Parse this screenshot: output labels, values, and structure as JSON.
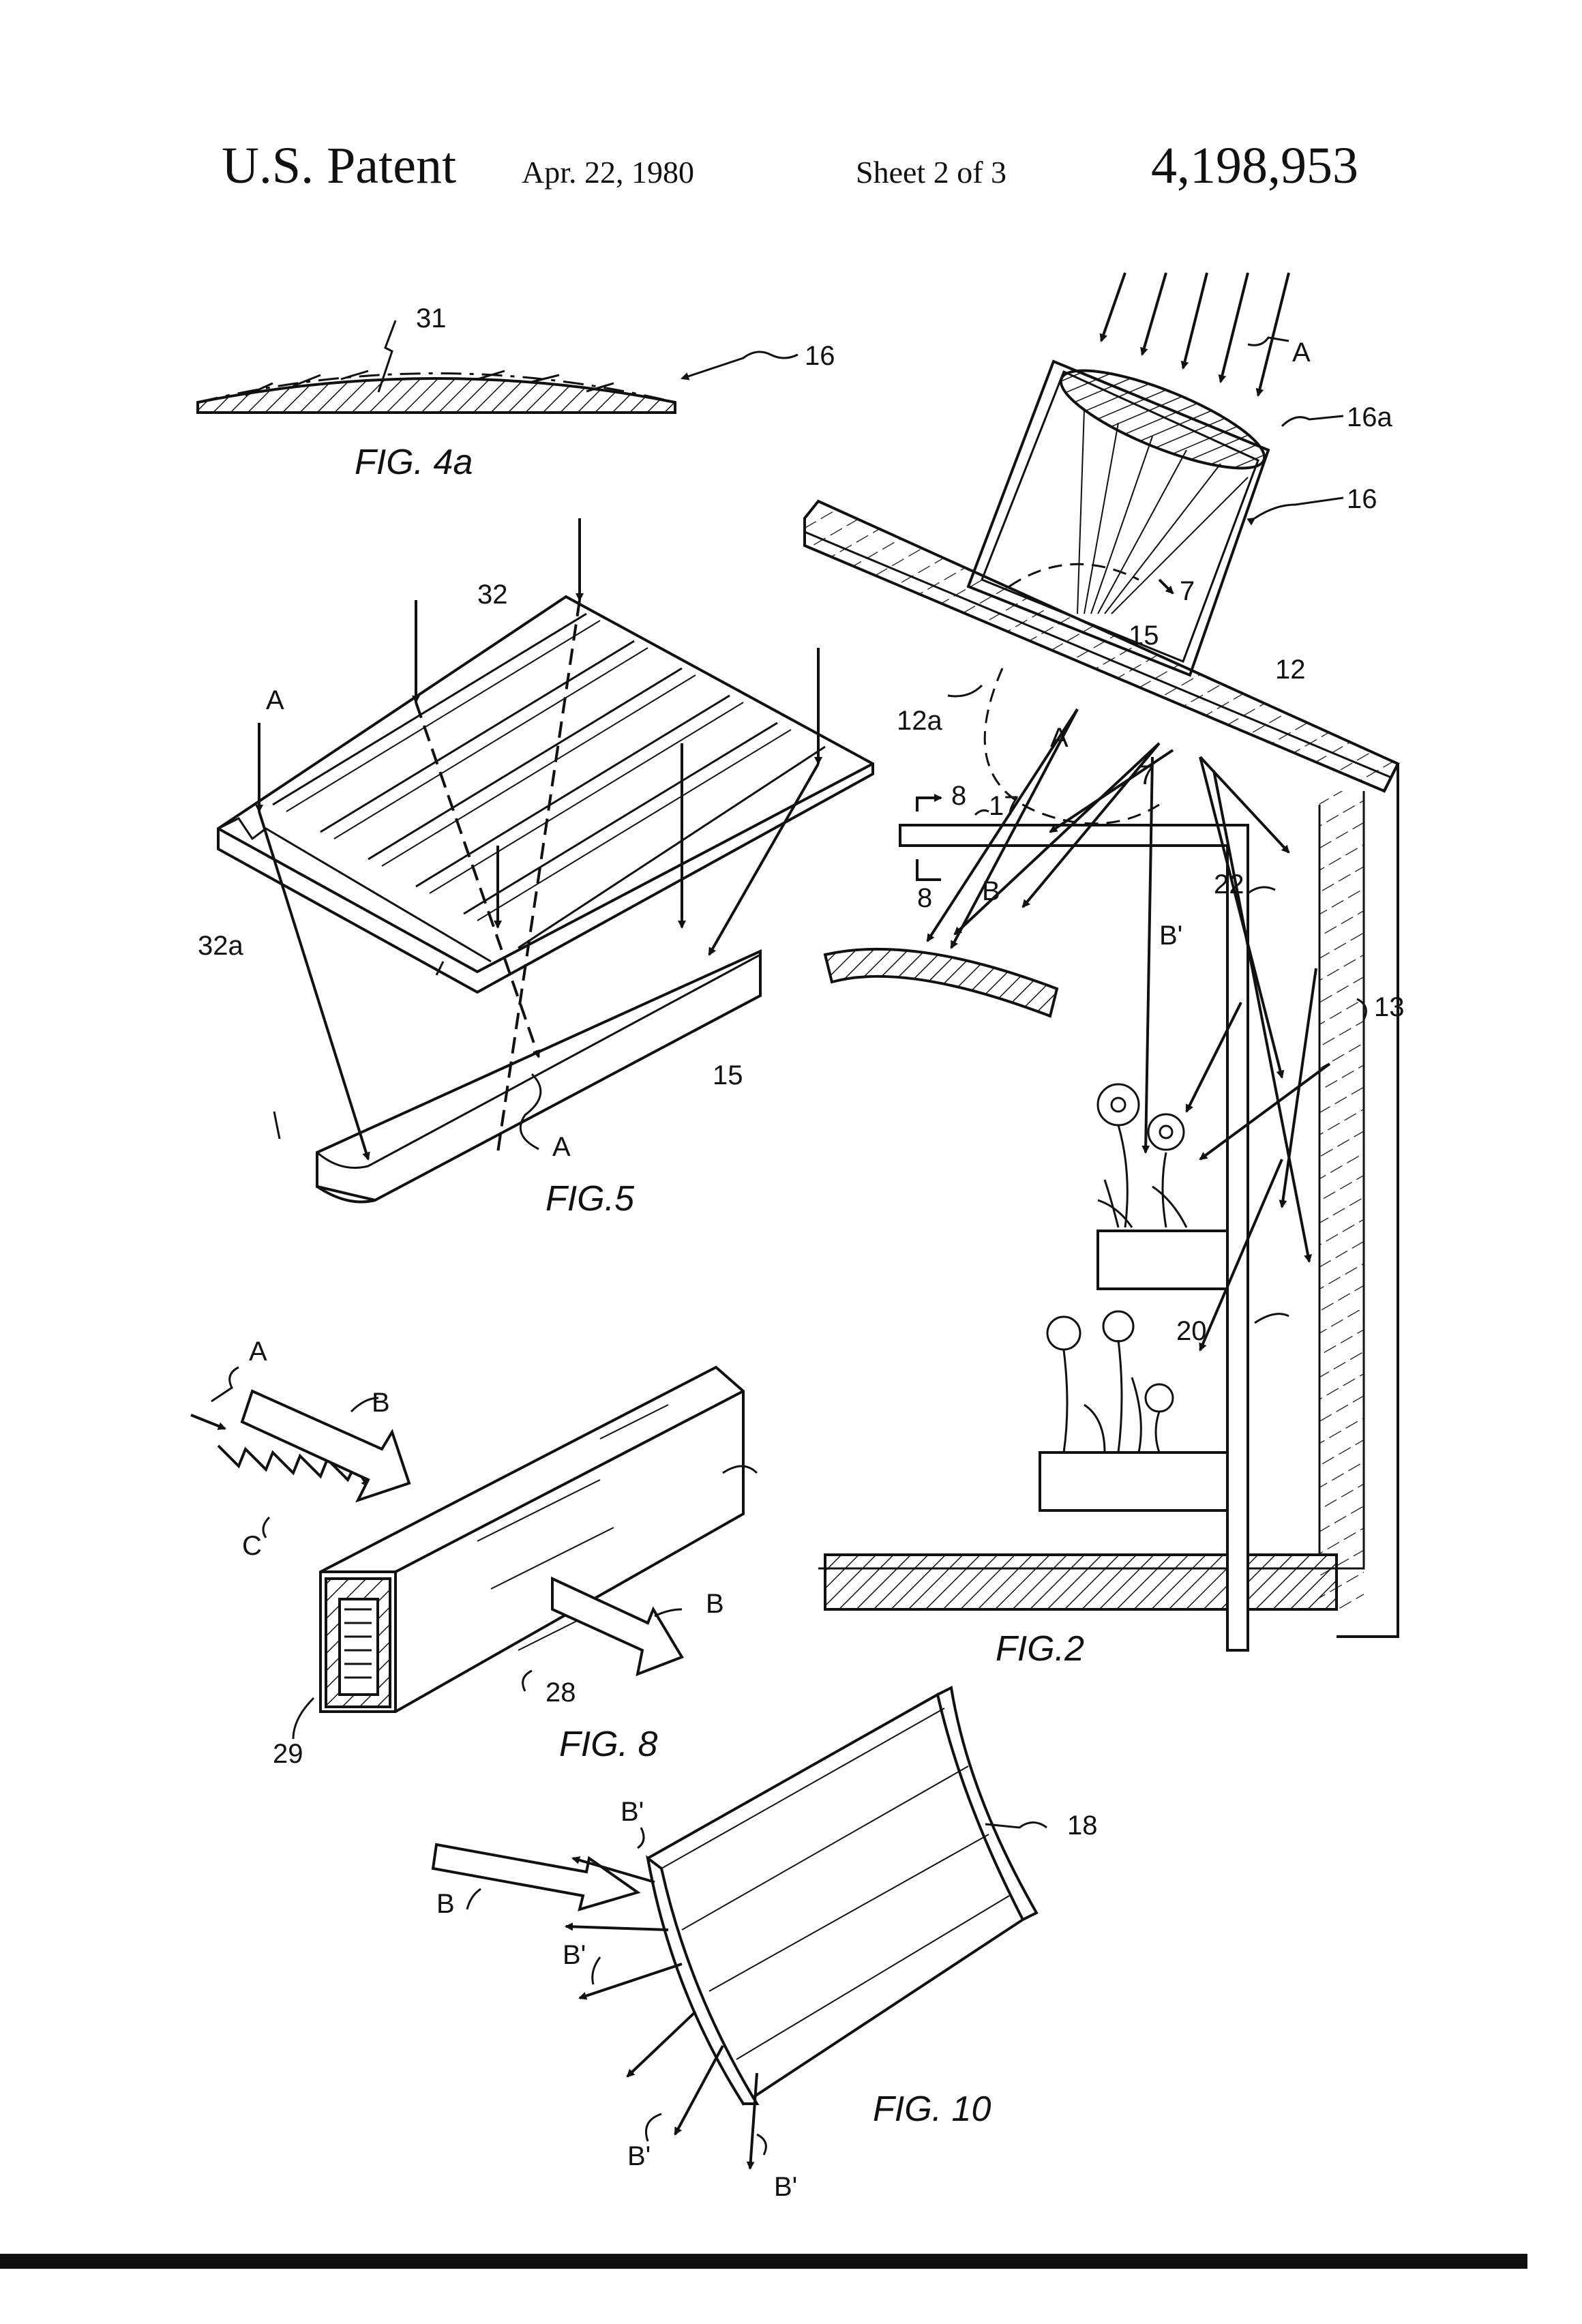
{
  "header": {
    "title": "U.S. Patent",
    "date": "Apr. 22, 1980",
    "sheet": "Sheet 2 of 3",
    "patent_number": "4,198,953"
  },
  "figures": {
    "fig4a": {
      "caption": "FIG. 4a",
      "refs": {
        "r31": "31",
        "r16": "16"
      }
    },
    "fig5": {
      "caption": "FIG.5",
      "refs": {
        "r32": "32",
        "r32a": "32a",
        "r15": "15",
        "rA1": "A",
        "rA2": "A"
      }
    },
    "fig2": {
      "caption": "FIG.2",
      "refs": {
        "rA": "A",
        "r16a": "16a",
        "r16": "16",
        "r7a": "7",
        "r15": "15",
        "r12": "12",
        "r12a": "12a",
        "rA2": "A",
        "r7b": "7",
        "r8a": "8",
        "r8b": "8",
        "r17": "17",
        "rB": "B",
        "r22": "22",
        "rB1": "B'",
        "r13": "13",
        "r20": "20"
      }
    },
    "fig8": {
      "caption": "FIG. 8",
      "refs": {
        "rA": "A",
        "rB1": "B",
        "rC": "C",
        "rB2": "B",
        "r28": "28",
        "r29": "29"
      }
    },
    "fig10": {
      "caption": "FIG. 10",
      "refs": {
        "r18": "18",
        "rB": "B",
        "rB1": "B'",
        "rB2": "B'",
        "rB3": "B'",
        "rB4": "B'"
      }
    }
  }
}
